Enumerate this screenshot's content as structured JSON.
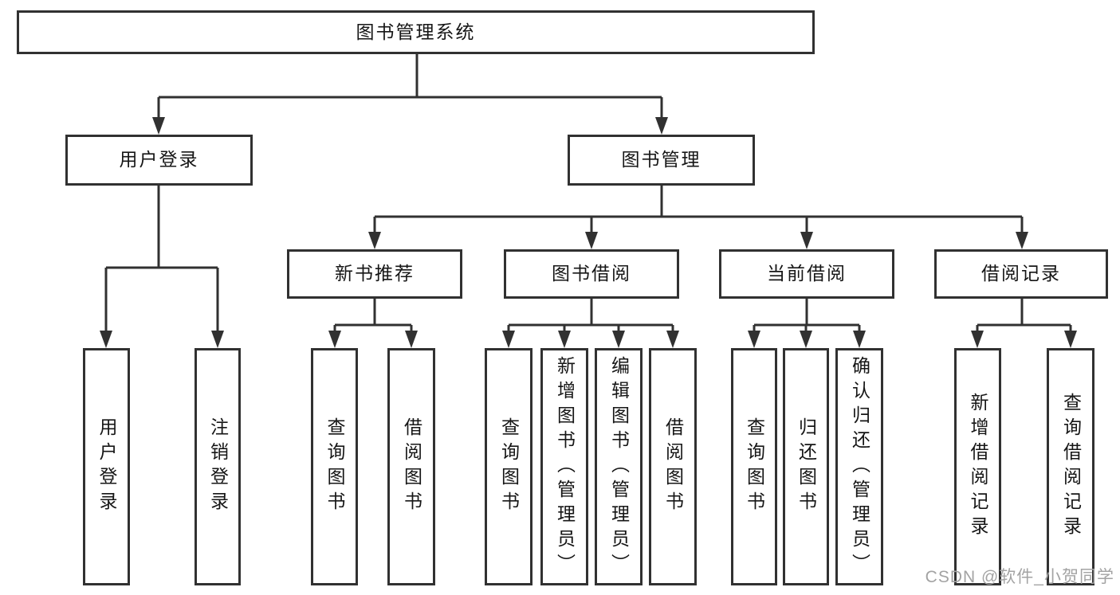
{
  "tree": {
    "label": "图书管理系统",
    "children": [
      {
        "label": "用户登录",
        "children": [
          {
            "label": "用户登录"
          },
          {
            "label": "注销登录"
          }
        ]
      },
      {
        "label": "图书管理",
        "children": [
          {
            "label": "新书推荐",
            "children": [
              {
                "label": "查询图书"
              },
              {
                "label": "借阅图书"
              }
            ]
          },
          {
            "label": "图书借阅",
            "children": [
              {
                "label": "查询图书"
              },
              {
                "label": "新增图书（管理员）"
              },
              {
                "label": "编辑图书（管理员）"
              },
              {
                "label": "借阅图书"
              }
            ]
          },
          {
            "label": "当前借阅",
            "children": [
              {
                "label": "查询图书"
              },
              {
                "label": "归还图书"
              },
              {
                "label": "确认归还（管理员）"
              }
            ]
          },
          {
            "label": "借阅记录",
            "children": [
              {
                "label": "新增借阅记录"
              },
              {
                "label": "查询借阅记录"
              }
            ]
          }
        ]
      }
    ]
  },
  "watermark": "CSDN @软件_小贺同学",
  "colors": {
    "line": "#313131",
    "text": "#161616",
    "background": "#ffffff",
    "watermark": "#a3a3a3"
  }
}
